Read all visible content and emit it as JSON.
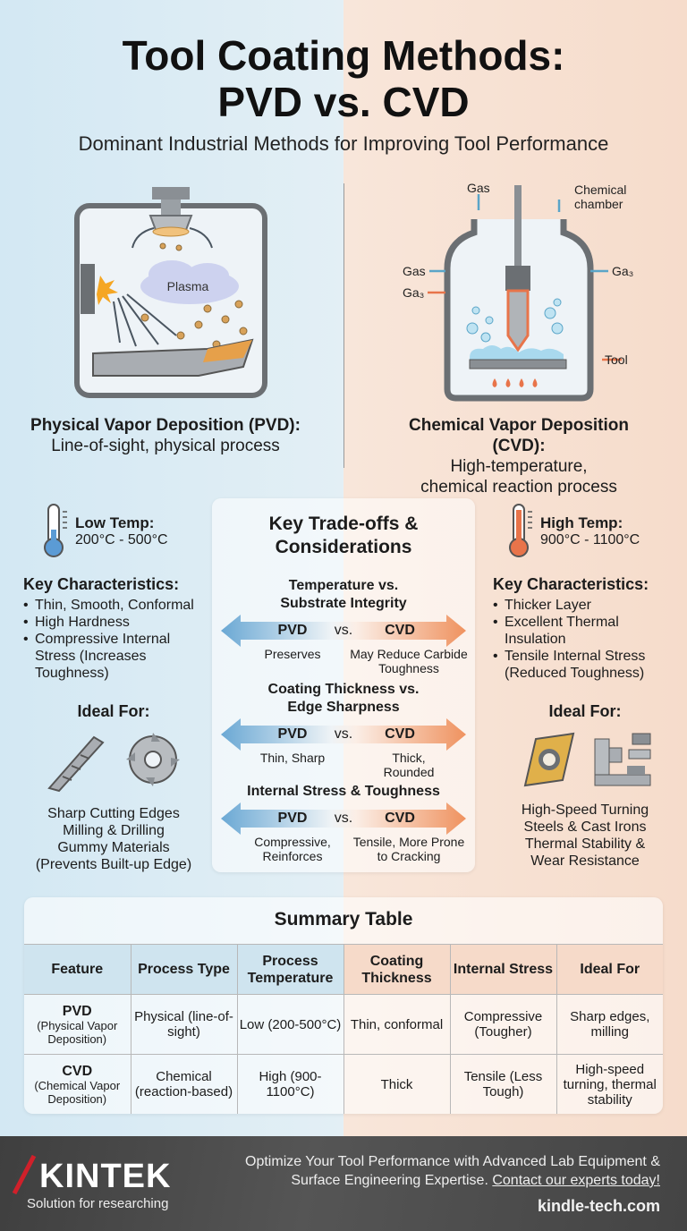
{
  "header": {
    "title_line1": "Tool Coating Methods:",
    "title_line2": "PVD vs. CVD",
    "subtitle": "Dominant Industrial Methods for Improving Tool Performance"
  },
  "pvd": {
    "diagram": {
      "plasma_label": "Plasma"
    },
    "caption_title": "Physical Vapor Deposition (PVD):",
    "caption_text": "Line-of-sight, physical process",
    "temp_label": "Low Temp:",
    "temp_range": "200°C - 500°C",
    "characteristics_title": "Key Characteristics:",
    "characteristics": [
      "Thin, Smooth, Conformal",
      "High Hardness",
      "Compressive Internal Stress (Increases Toughness)"
    ],
    "ideal_title": "Ideal For:",
    "ideal_icons": [
      "drill-bit-icon",
      "milling-cutter-icon"
    ],
    "ideal_lines": [
      "Sharp Cutting Edges",
      "Milling & Drilling",
      "Gummy Materials",
      "(Prevents Built-up Edge)"
    ],
    "color": "#5b9bd5"
  },
  "cvd": {
    "diagram": {
      "gas_top": "Gas",
      "chamber_label": "Chemical chamber",
      "gas_left": "Gas",
      "ga3_left": "Ga₃",
      "ga3_right": "Ga₃",
      "tool": "Tool"
    },
    "caption_title": "Chemical Vapor Deposition (CVD):",
    "caption_text": "High-temperature, chemical reaction process",
    "temp_label": "High Temp:",
    "temp_range": "900°C - 1100°C",
    "characteristics_title": "Key Characteristics:",
    "characteristics": [
      "Thicker Layer",
      "Excellent Thermal Insulation",
      "Tensile Internal Stress (Reduced Toughness)"
    ],
    "ideal_title": "Ideal For:",
    "ideal_icons": [
      "carbide-insert-icon",
      "lathe-icon"
    ],
    "ideal_lines": [
      "High-Speed Turning",
      "Steels & Cast Irons",
      "Thermal Stability &",
      "Wear Resistance"
    ],
    "color": "#e8744a"
  },
  "tradeoffs": {
    "title": "Key Trade-offs & Considerations",
    "items": [
      {
        "heading": "Temperature vs. Substrate Integrity",
        "pvd": "PVD",
        "vs": "vs.",
        "cvd": "CVD",
        "pvd_desc": "Preserves",
        "cvd_desc": "May Reduce Carbide Toughness"
      },
      {
        "heading": "Coating Thickness vs. Edge Sharpness",
        "pvd": "PVD",
        "vs": "vs.",
        "cvd": "CVD",
        "pvd_desc": "Thin, Sharp",
        "cvd_desc": "Thick, Rounded"
      },
      {
        "heading": "Internal Stress & Toughness",
        "pvd": "PVD",
        "vs": "vs.",
        "cvd": "CVD",
        "pvd_desc": "Compressive, Reinforces",
        "cvd_desc": "Tensile, More Prone to Cracking"
      }
    ]
  },
  "summary": {
    "title": "Summary Table",
    "headers": [
      "Feature",
      "Process Type",
      "Process Temperature",
      "Coating Thickness",
      "Internal Stress",
      "Ideal For"
    ],
    "rows": [
      {
        "name": "PVD",
        "full": "(Physical Vapor Deposition)",
        "cells": [
          "Physical (line-of-sight)",
          "Low (200-500°C)",
          "Thin, conformal",
          "Compressive (Tougher)",
          "Sharp edges, milling"
        ]
      },
      {
        "name": "CVD",
        "full": "(Chemical Vapor Deposition)",
        "cells": [
          "Chemical (reaction-based)",
          "High (900-1100°C)",
          "Thick",
          "Tensile (Less Tough)",
          "High-speed turning, thermal stability"
        ]
      }
    ]
  },
  "footer": {
    "logo": "KINTEK",
    "slogan": "Solution for researching",
    "cta_text": "Optimize Your Tool Performance with Advanced Lab Equipment & Surface Engineering Expertise.",
    "cta_link": "Contact our experts today!",
    "website": "kindle-tech.com"
  }
}
